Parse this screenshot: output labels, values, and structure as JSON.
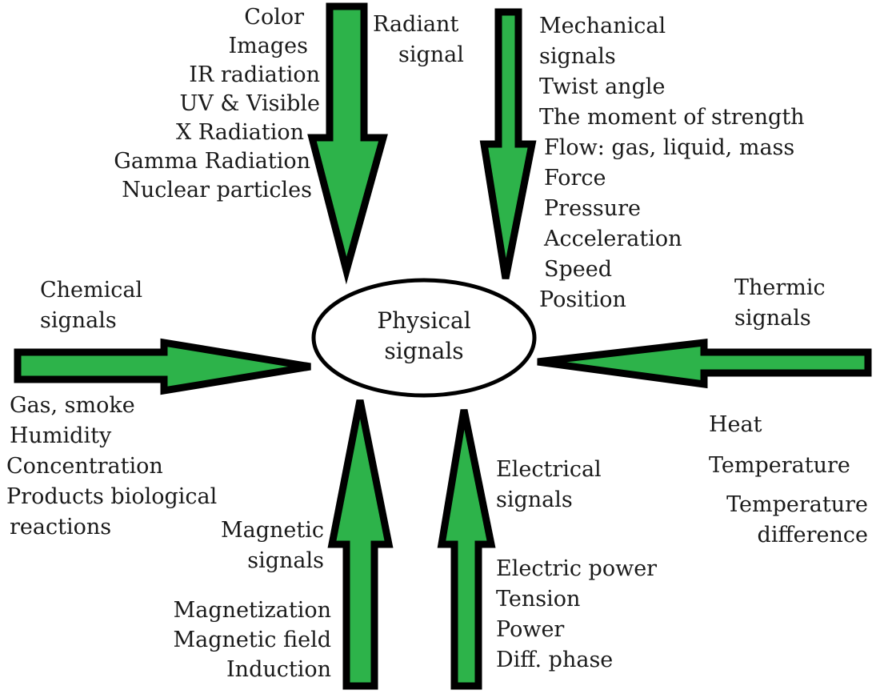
{
  "colors": {
    "arrow_fill": "#2db34a",
    "outline": "#000000",
    "text": "#1a1a1a",
    "background": "#ffffff"
  },
  "center": {
    "line1": "Physical",
    "line2": "signals"
  },
  "radiant": {
    "title_line1": "Radiant",
    "title_line2": "signal",
    "items": [
      "Color",
      "Images",
      "IR radiation",
      "UV & Visible",
      "X Radiation",
      "Gamma Radiation",
      "Nuclear particles"
    ]
  },
  "mechanical": {
    "title_line1": "Mechanical",
    "title_line2": "signals",
    "items": [
      "Twist angle",
      "The moment of  strength",
      "Flow: gas, liquid, mass",
      "Force",
      "Pressure",
      "Acceleration",
      "Speed",
      "Position"
    ]
  },
  "chemical": {
    "title_line1": "Chemical",
    "title_line2": "signals",
    "items": [
      "Gas, smoke",
      "Humidity",
      "Concentration",
      "Products biological",
      "reactions"
    ]
  },
  "thermic": {
    "title_line1": "Thermic",
    "title_line2": "signals",
    "items": [
      "Heat",
      "Temperature",
      "Temperature",
      "difference"
    ]
  },
  "magnetic": {
    "title_line1": "Magnetic",
    "title_line2": "signals",
    "items": [
      "Magnetization",
      "Magnetic field",
      "Induction"
    ]
  },
  "electrical": {
    "title_line1": "Electrical",
    "title_line2": "signals",
    "items": [
      "Electric power",
      "Tension",
      "Power",
      "Diff. phase"
    ]
  }
}
